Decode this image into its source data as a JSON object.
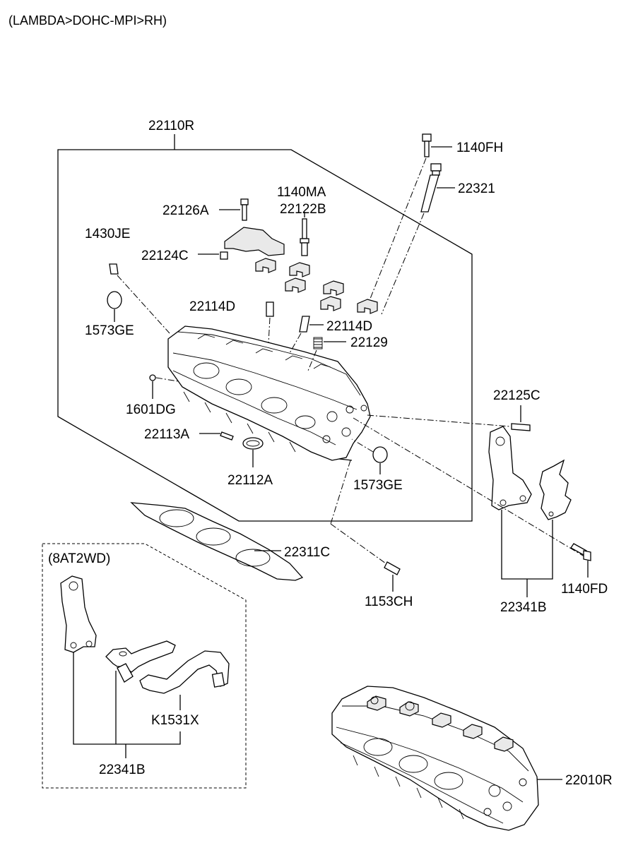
{
  "title": "(LAMBDA>DOHC-MPI>RH)",
  "variant_label": "(8AT2WD)",
  "labels": {
    "p22110R": "22110R",
    "p1140FH": "1140FH",
    "p22321": "22321",
    "p1140MA": "1140MA",
    "p22122B": "22122B",
    "p22126A": "22126A",
    "p1430JE": "1430JE",
    "p22124C": "22124C",
    "p22114D_a": "22114D",
    "p22114D_b": "22114D",
    "p1573GE_a": "1573GE",
    "p22129": "22129",
    "p1601DG": "1601DG",
    "p22125C": "22125C",
    "p22113A": "22113A",
    "p22112A": "22112A",
    "p1573GE_b": "1573GE",
    "p22311C": "22311C",
    "p1153CH": "1153CH",
    "p1140FD": "1140FD",
    "p22341B_a": "22341B",
    "pK1531X": "K1531X",
    "p22341B_b": "22341B",
    "p22010R": "22010R"
  }
}
